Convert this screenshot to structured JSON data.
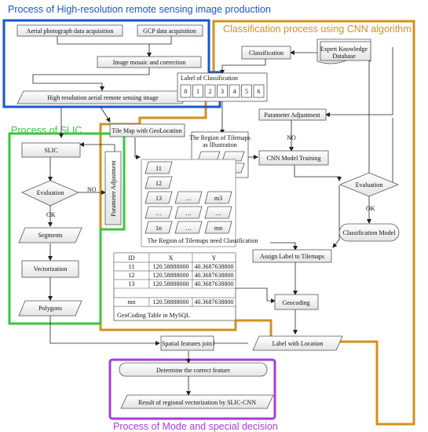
{
  "titles": {
    "hr": "Process of High-resolution remote sensing image production",
    "cnn": "Classification process using CNN algorithm",
    "slic": "Process of SLIC",
    "mode": "Process of Mode and special decision"
  },
  "hr": {
    "aerial": "Aerial photograph data acquisition",
    "gcp": "GCP data acquisition",
    "mosaic": "Image mosaic and correction",
    "hr_image": "High resolution aerial remote sensing image"
  },
  "cnn": {
    "classification": "Classification",
    "expert_line1": "Expert Knowledge",
    "expert_line2": "Database",
    "label_title": "Label of Classification",
    "labels": [
      "0",
      "1",
      "2",
      "3",
      "4",
      "5",
      "6"
    ],
    "param_adj": "Parameter Adjustment",
    "no": "NO",
    "ok": "OK",
    "training": "CNN Model Training",
    "evaluation": "Evaluation",
    "class_model": "Classification Model",
    "tilemap_geo": "Tile Map with GeoLocation",
    "illus_line1": "The Region of Tilemaps",
    "illus_line2": "as Illustration",
    "tiles_caption": "The Region of Tilemaps need Classification",
    "tiles": [
      "11",
      "12",
      "13",
      "…",
      "m3",
      "…",
      "…",
      "…",
      "1n",
      "…",
      "mn"
    ],
    "assign": "Assign Label to Tilemaps",
    "geocoding": "Geocoding",
    "label_loc": "Label with Location",
    "table_caption": "GeoCoding Table in MySQL",
    "table_header": [
      "ID",
      "X",
      "Y"
    ],
    "table_rows": [
      [
        "11",
        "120.58888000",
        "40.3687638800"
      ],
      [
        "12",
        "120.58888000",
        "40.3687638800"
      ],
      [
        "13",
        "120.58888000",
        "40.3687638800"
      ],
      [
        "",
        "……   ……",
        ""
      ],
      [
        "mn",
        "120.58888000",
        "40.3687638800"
      ]
    ]
  },
  "slic": {
    "slic": "SLIC",
    "evaluation": "Evaluation",
    "no": "NO",
    "ok": "OK",
    "param_adj": "Parameter Adjustment",
    "segments": "Segments",
    "vectorization": "Vectorization",
    "polygons": "Polygons"
  },
  "mode": {
    "spatial_join": "Spatial features join",
    "determine": "Determine the correct feature",
    "result": "Result of regional vectorization by SLIC-CNN"
  },
  "colors": {
    "blue": "#1a56c8",
    "orange": "#d4901e",
    "green": "#3ec53e",
    "purple": "#a43fd8"
  }
}
